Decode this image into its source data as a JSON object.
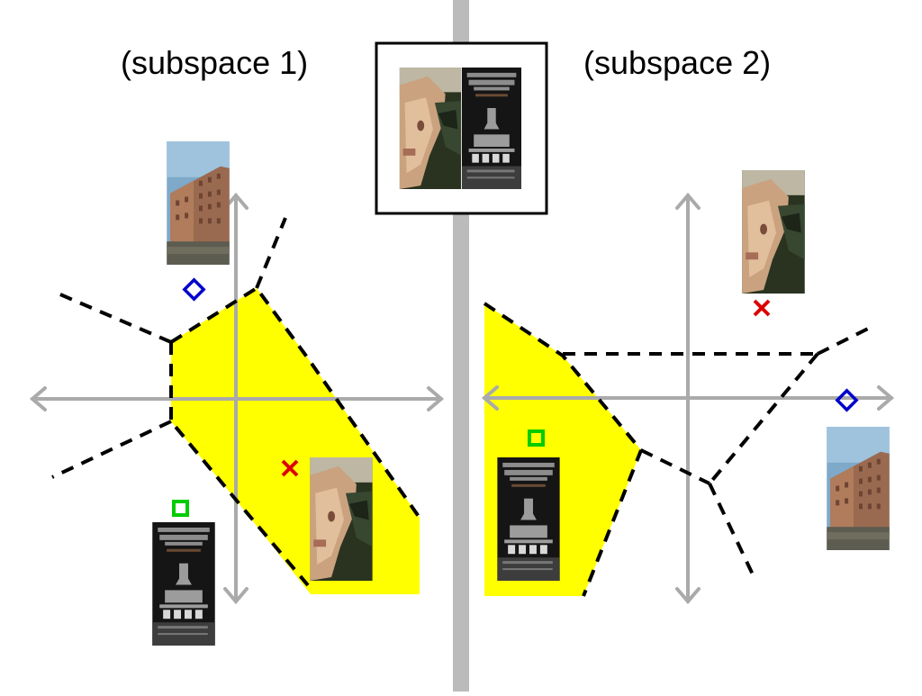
{
  "panels": [
    {
      "label": "(subspace 1)"
    },
    {
      "label": "(subspace 2)"
    }
  ],
  "colors": {
    "region": "#ffff00",
    "divider": "#bbbbbb",
    "axis": "#aaaaaa",
    "boundary": "#000000",
    "diamond": "#0000cc",
    "cross": "#dd0000",
    "square": "#00cc00"
  },
  "thumbnails": {
    "query": "face-bookcover-composite",
    "building": "brick-building-photo",
    "face": "face-photo",
    "bookcover": "bookcover-photo"
  }
}
